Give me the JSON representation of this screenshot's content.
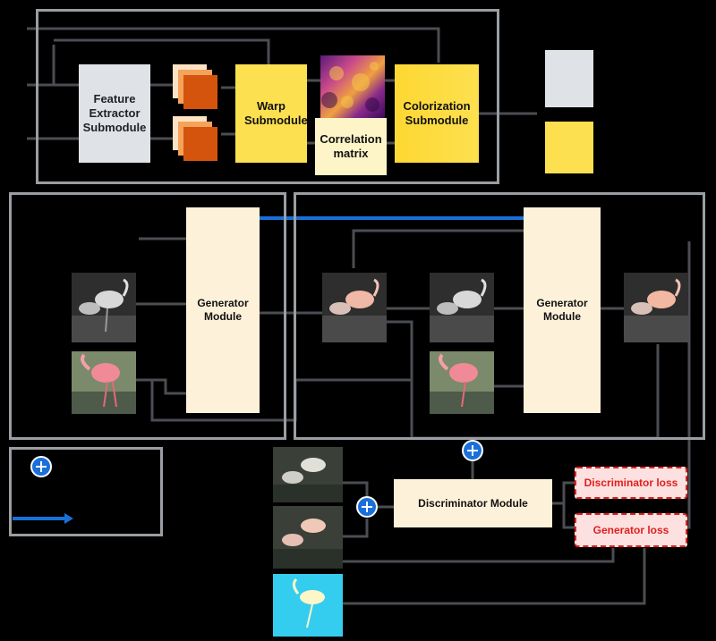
{
  "top_module": {
    "feature_extractor": "Feature Extractor Submodule",
    "warp": "Warp Submodule",
    "correlation": "Correlation matrix",
    "colorization": "Colorization Submodule"
  },
  "left_panel": {
    "generator": "Generator Module"
  },
  "right_panel": {
    "generator": "Generator Module"
  },
  "discriminator": "Discriminator Module",
  "losses": {
    "discriminator": "Discriminator loss",
    "generator": "Generator loss"
  },
  "colors": {
    "grey": "#dfe3e8",
    "yellow": "#fde04f",
    "cream": "#fdf1d9",
    "loss_red": "#e0201e",
    "blue": "#1a6fd8",
    "line": "#4a4d52"
  }
}
